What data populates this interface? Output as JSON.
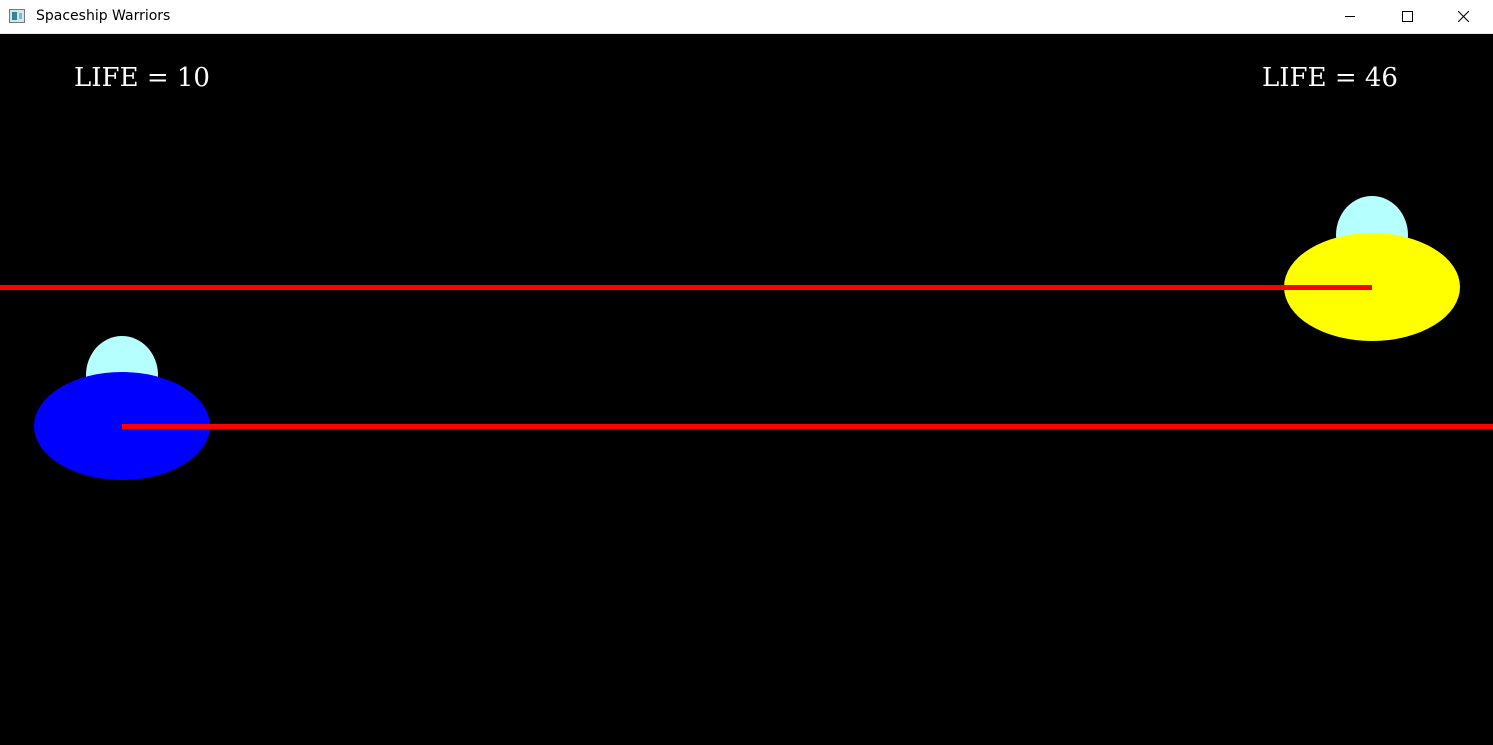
{
  "window": {
    "title": "Spaceship Warriors",
    "icon": "app-window-icon",
    "controls": [
      "minimize-icon",
      "maximize-icon",
      "close-icon"
    ]
  },
  "hud": {
    "player_left_life": "LIFE = 10",
    "player_right_life": "LIFE = 46"
  },
  "colors": {
    "background": "#000000",
    "ship_left_body": "#0000ff",
    "ship_right_body": "#ffff00",
    "ship_dome": "#b5ffff",
    "laser": "#ff0000",
    "text": "#ffffff"
  }
}
